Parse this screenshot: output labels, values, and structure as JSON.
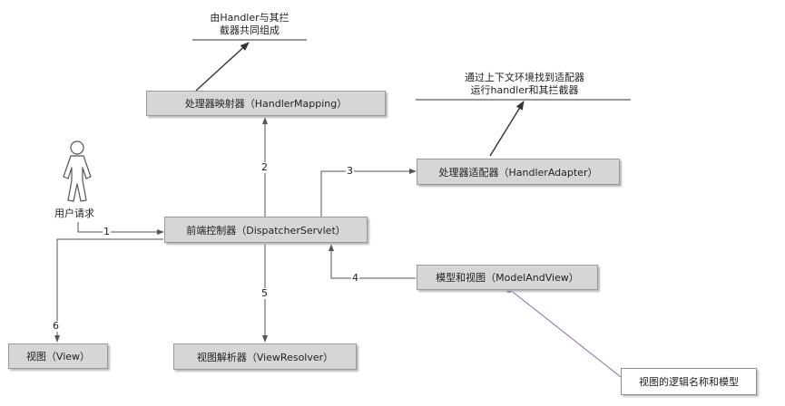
{
  "annotations": {
    "mapping_note_line1": "由Handler与其拦",
    "mapping_note_line2": "截器共同组成",
    "adapter_note_line1": "通过上下文环境找到适配器",
    "adapter_note_line2": "运行handler和其拦截器"
  },
  "actor": {
    "label": "用户请求"
  },
  "nodes": {
    "handler_mapping": "处理器映射器（HandlerMapping）",
    "handler_adapter": "处理器适配器（HandlerAdapter）",
    "dispatcher": "前端控制器（DispatcherServlet）",
    "model_and_view": "模型和视图（ModelAndView）",
    "view": "视图（View）",
    "view_resolver": "视图解析器（ViewResolver）",
    "mav_note": "视图的逻辑名称和模型"
  },
  "steps": {
    "s1": "1",
    "s2": "2",
    "s3": "3",
    "s4": "4",
    "s5": "5",
    "s6": "6"
  },
  "colors": {
    "node_fill": "#d6d6d6",
    "note_connector": "#8a6aa0",
    "line": "#555555"
  }
}
